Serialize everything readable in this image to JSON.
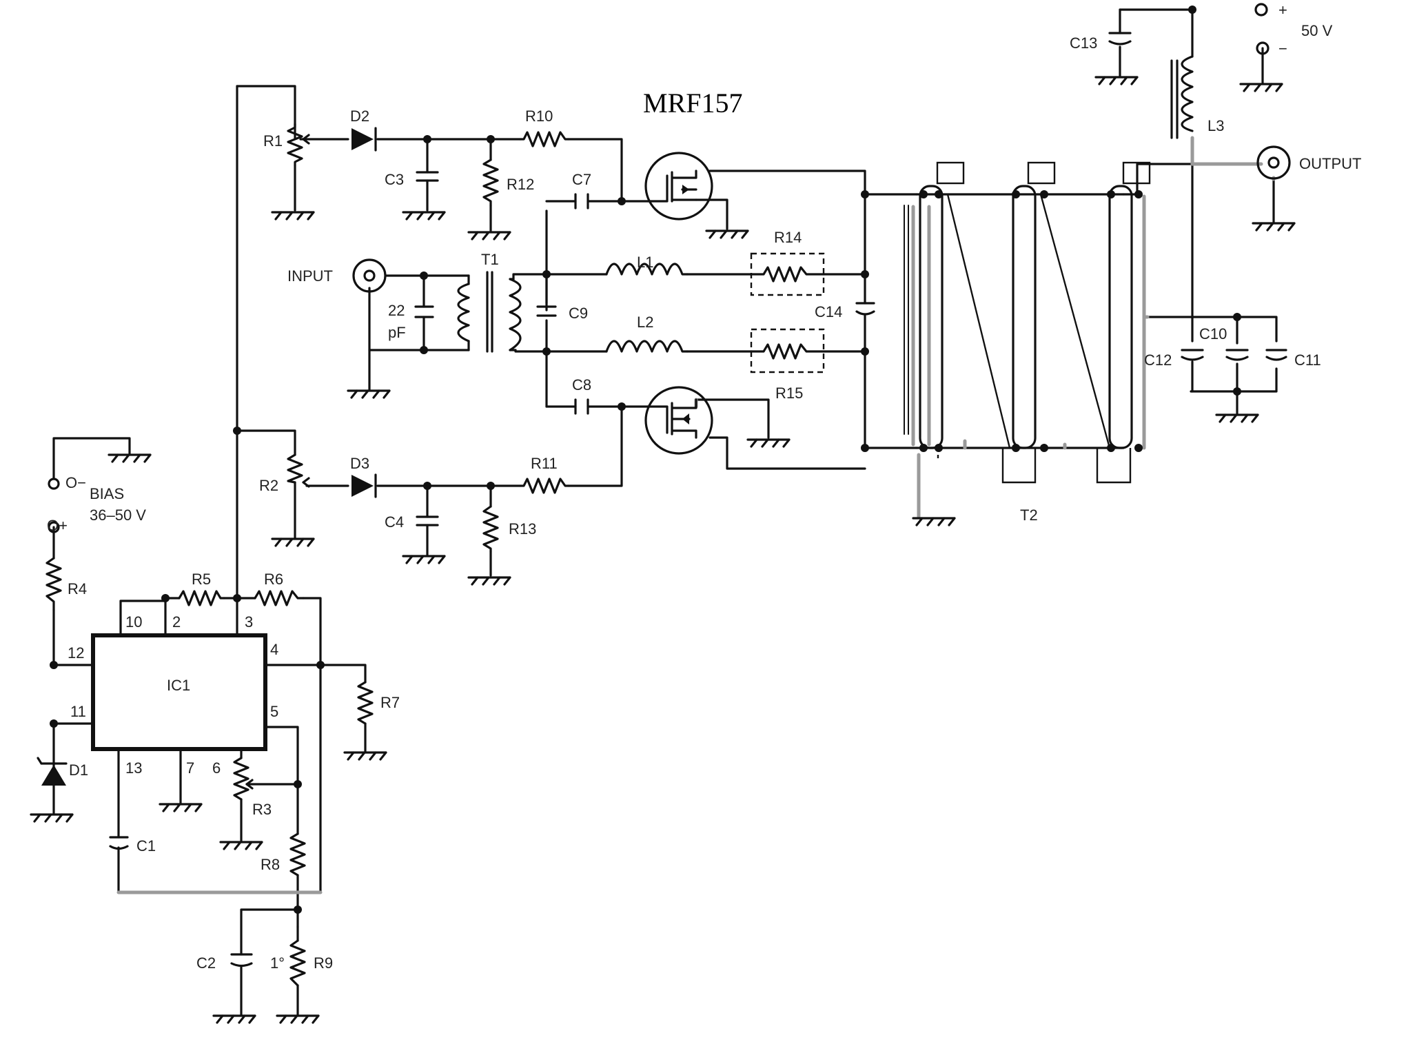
{
  "title": "MRF157",
  "terminals": {
    "input": "INPUT",
    "output": "OUTPUT",
    "supply": "50 V",
    "plus": "+",
    "minus": "−",
    "bias_label": "BIAS",
    "bias_range": "36–50 V",
    "bias_plus": "O+",
    "bias_minus": "O−"
  },
  "input_cap": [
    "22",
    "pF"
  ],
  "components": {
    "R1": "R1",
    "R2": "R2",
    "R3": "R3",
    "R4": "R4",
    "R5": "R5",
    "R6": "R6",
    "R7": "R7",
    "R8": "R8",
    "R9": "R9",
    "R10": "R10",
    "R11": "R11",
    "R12": "R12",
    "R13": "R13",
    "R14": "R14",
    "R15": "R15",
    "C1": "C1",
    "C2": "C2",
    "C3": "C3",
    "C4": "C4",
    "C7": "C7",
    "C8": "C8",
    "C9": "C9",
    "C10": "C10",
    "C11": "C11",
    "C12": "C12",
    "C13": "C13",
    "C14": "C14",
    "D1": "D1",
    "D2": "D2",
    "D3": "D3",
    "L1": "L1",
    "L2": "L2",
    "L3": "L3",
    "T1": "T1",
    "T2": "T2",
    "IC1": "IC1"
  },
  "ic_pins": [
    "10",
    "2",
    "3",
    "4",
    "12",
    "11",
    "13",
    "7",
    "6",
    "5"
  ],
  "misc_mark": "1°"
}
